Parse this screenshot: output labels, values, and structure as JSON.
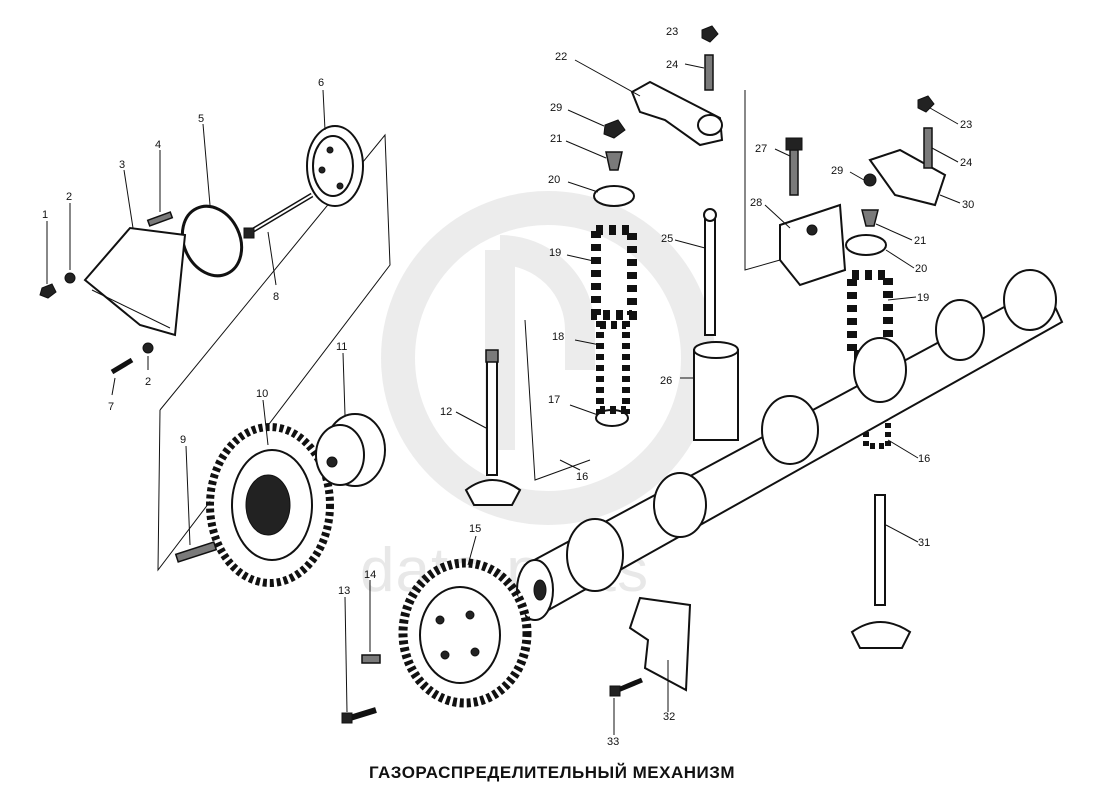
{
  "caption": "ГАЗОРАСПРЕДЕЛИТЕЛЬНЫЙ МЕХАНИЗМ",
  "watermark": "data-parts",
  "callouts": [
    {
      "id": "1a",
      "text": "1"
    },
    {
      "id": "2a",
      "text": "2"
    },
    {
      "id": "3",
      "text": "3"
    },
    {
      "id": "4",
      "text": "4"
    },
    {
      "id": "5",
      "text": "5"
    },
    {
      "id": "6",
      "text": "6"
    },
    {
      "id": "7",
      "text": "7"
    },
    {
      "id": "2b",
      "text": "2"
    },
    {
      "id": "8",
      "text": "8"
    },
    {
      "id": "9",
      "text": "9"
    },
    {
      "id": "10",
      "text": "10"
    },
    {
      "id": "11",
      "text": "11"
    },
    {
      "id": "12",
      "text": "12"
    },
    {
      "id": "13",
      "text": "13"
    },
    {
      "id": "14",
      "text": "14"
    },
    {
      "id": "15",
      "text": "15"
    },
    {
      "id": "16a",
      "text": "16"
    },
    {
      "id": "17",
      "text": "17"
    },
    {
      "id": "18",
      "text": "18"
    },
    {
      "id": "19a",
      "text": "19"
    },
    {
      "id": "20a",
      "text": "20"
    },
    {
      "id": "21a",
      "text": "21"
    },
    {
      "id": "22",
      "text": "22"
    },
    {
      "id": "23a",
      "text": "23"
    },
    {
      "id": "24a",
      "text": "24"
    },
    {
      "id": "25",
      "text": "25"
    },
    {
      "id": "26",
      "text": "26"
    },
    {
      "id": "27",
      "text": "27"
    },
    {
      "id": "28",
      "text": "28"
    },
    {
      "id": "29b",
      "text": "29"
    },
    {
      "id": "29a",
      "text": "29"
    },
    {
      "id": "23b",
      "text": "23"
    },
    {
      "id": "24b",
      "text": "24"
    },
    {
      "id": "30",
      "text": "30"
    },
    {
      "id": "21b",
      "text": "21"
    },
    {
      "id": "20b",
      "text": "20"
    },
    {
      "id": "19b",
      "text": "19"
    },
    {
      "id": "16b",
      "text": "16"
    },
    {
      "id": "31",
      "text": "31"
    },
    {
      "id": "32",
      "text": "32"
    },
    {
      "id": "33",
      "text": "33"
    }
  ]
}
